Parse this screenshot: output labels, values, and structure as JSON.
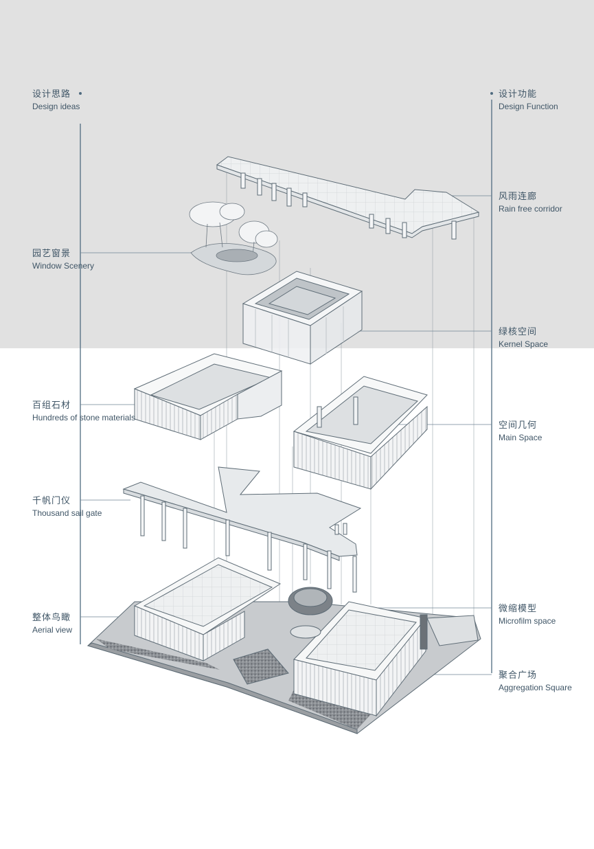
{
  "colors": {
    "accent_line": "#4f6b7f",
    "label_text": "#3f5566",
    "top_background": "#e1e1e1",
    "bottom_background": "#ffffff"
  },
  "header": {
    "left": {
      "zh": "设计思路",
      "en": "Design ideas"
    },
    "right": {
      "zh": "设计功能",
      "en": "Design Function"
    }
  },
  "left_labels": [
    {
      "zh": "园艺窗景",
      "en": "Window Scenery"
    },
    {
      "zh": "百组石材",
      "en": "Hundreds of stone materials"
    },
    {
      "zh": "千帆门仪",
      "en": "Thousand sail gate"
    },
    {
      "zh": "整体鸟瞰",
      "en": "Aerial view"
    }
  ],
  "right_labels": [
    {
      "zh": "风雨连廊",
      "en": "Rain free corridor"
    },
    {
      "zh": "绿核空间",
      "en": "Kernel Space"
    },
    {
      "zh": "空间几何",
      "en": "Main Space"
    },
    {
      "zh": "微缩模型",
      "en": "Microfilm space"
    },
    {
      "zh": "聚合广场",
      "en": "Aggregation Square"
    }
  ]
}
